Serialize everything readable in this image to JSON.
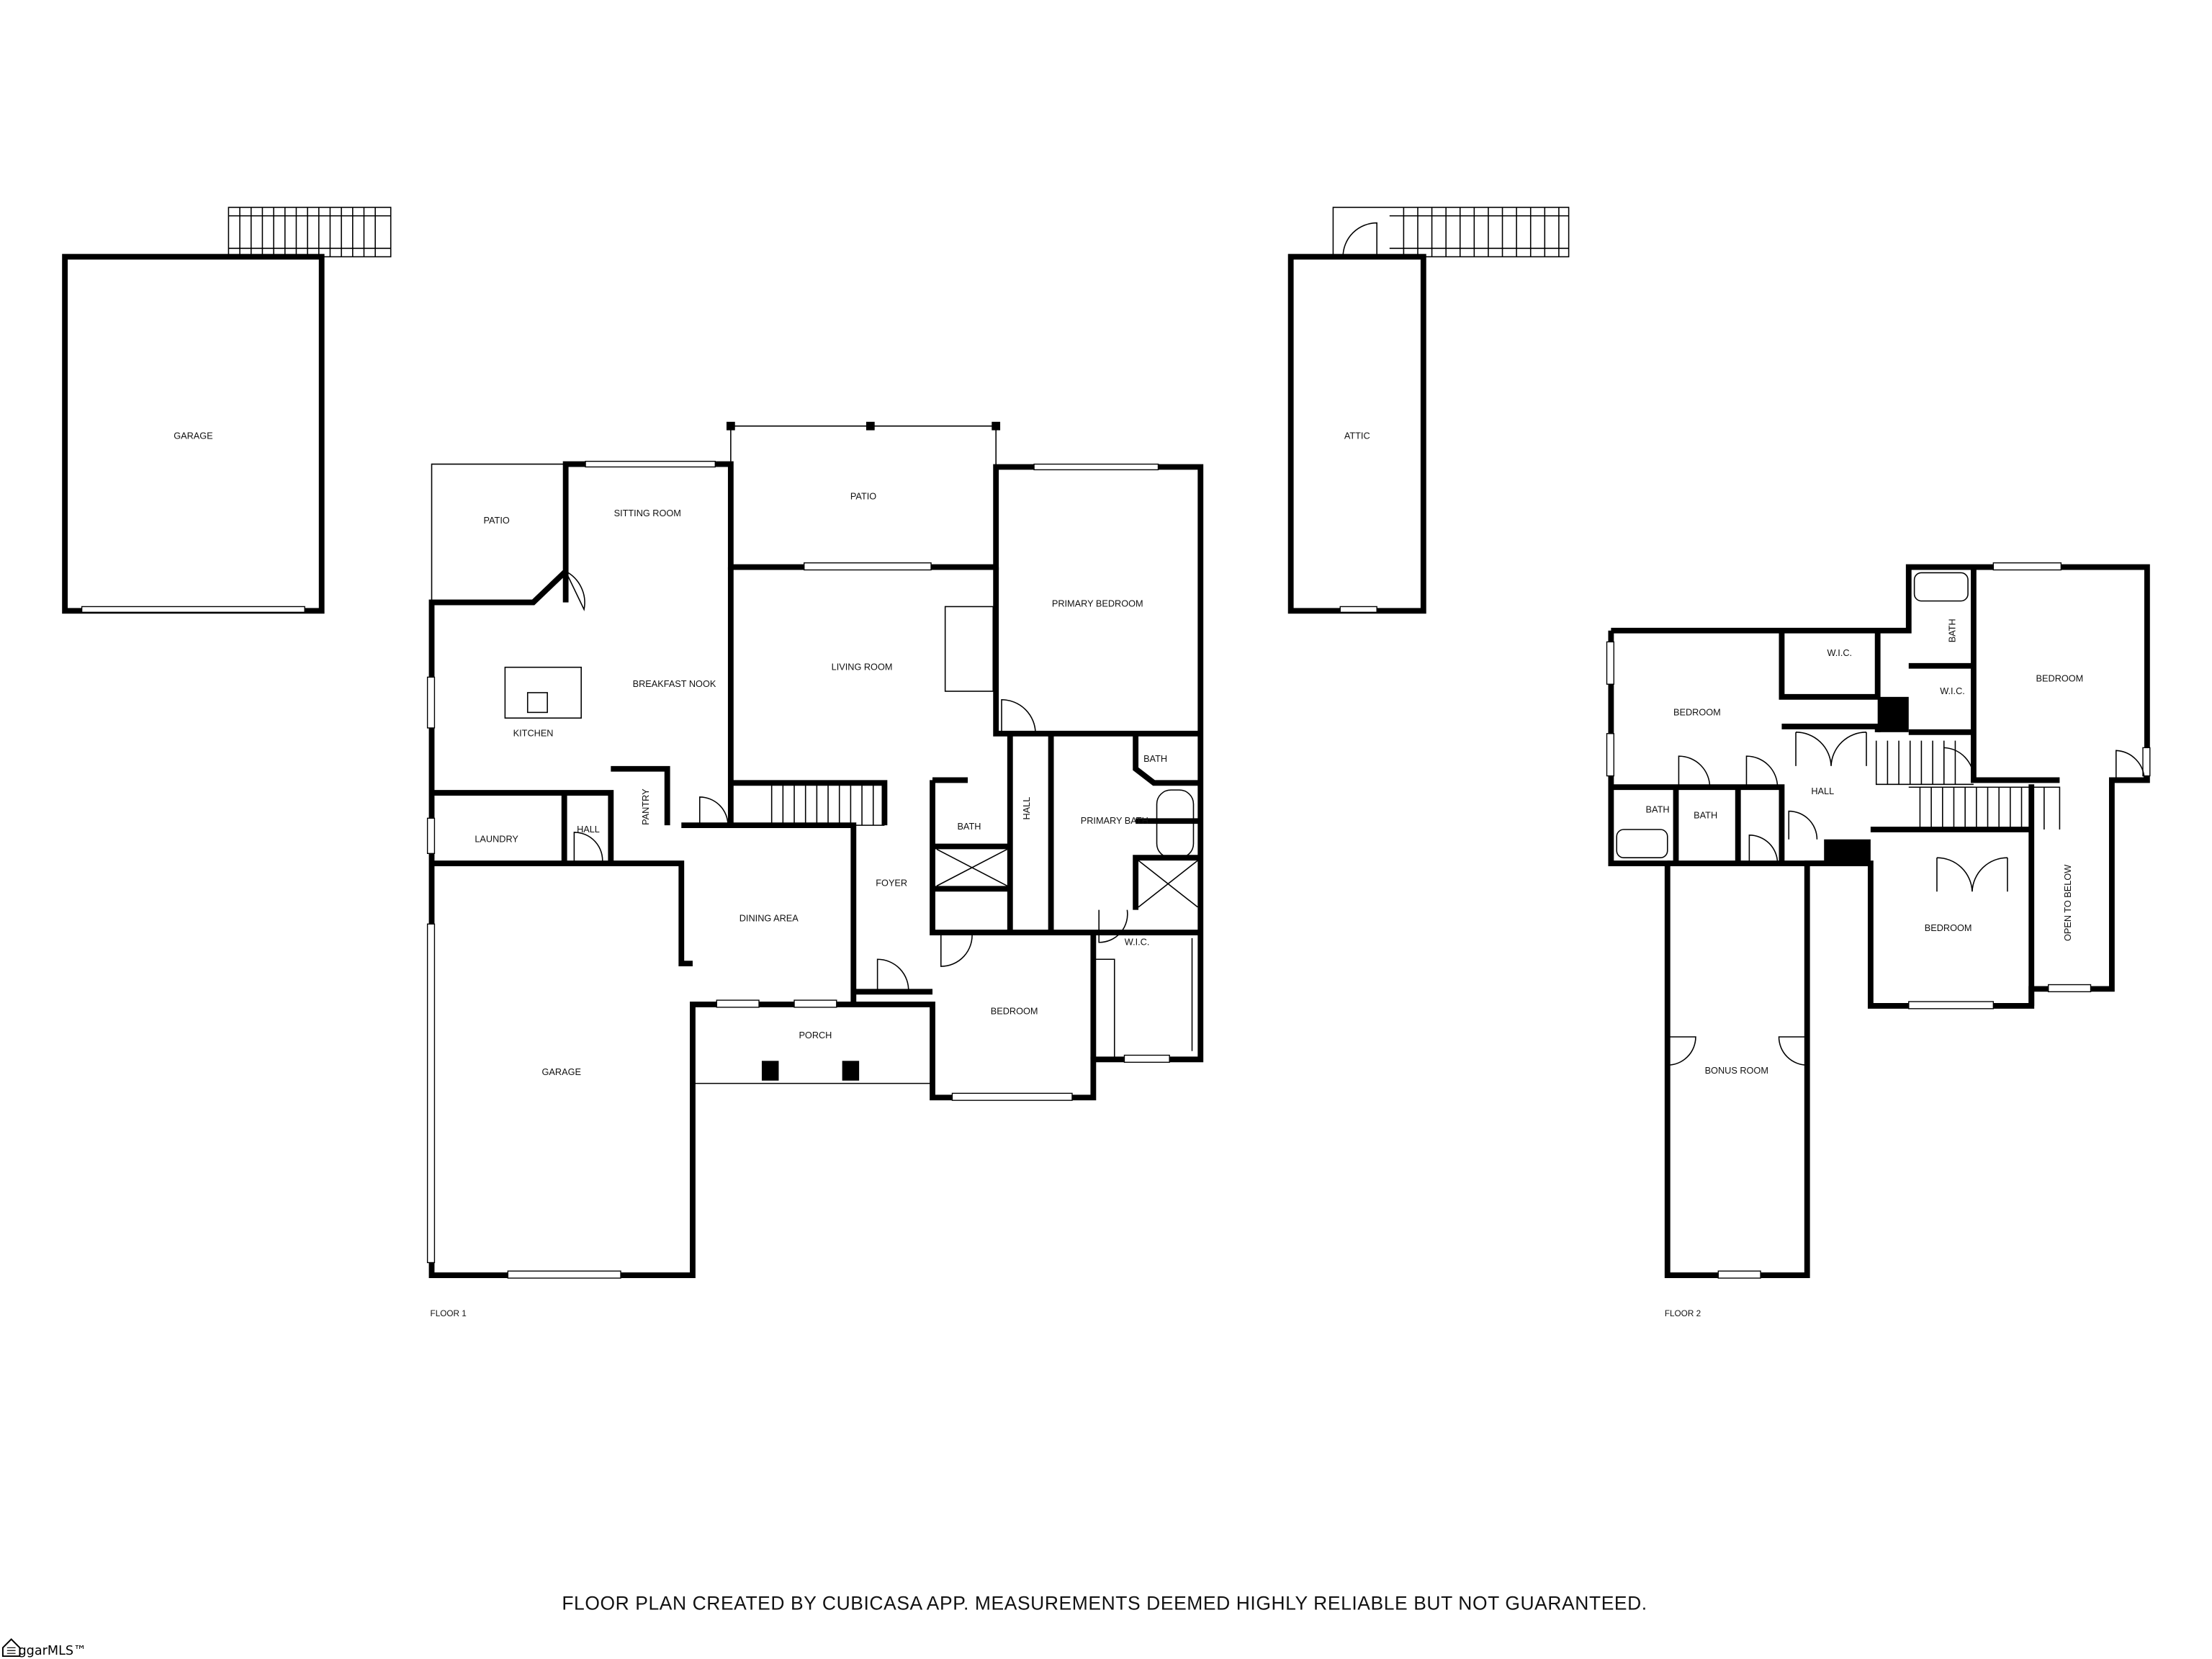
{
  "detached": {
    "garage": "GARAGE",
    "attic": "ATTIC"
  },
  "floor1": {
    "caption": "FLOOR 1",
    "rooms": {
      "patio_left": "PATIO",
      "sitting_room": "SITTING ROOM",
      "patio_top": "PATIO",
      "primary_bedroom": "PRIMARY BEDROOM",
      "breakfast_nook": "BREAKFAST NOOK",
      "living_room": "LIVING ROOM",
      "kitchen": "KITCHEN",
      "bath_primary_wc": "BATH",
      "pantry": "PANTRY",
      "laundry": "LAUNDRY",
      "hall_laundry": "HALL",
      "bath": "BATH",
      "hall": "HALL",
      "primary_bath": "PRIMARY BATH",
      "foyer": "FOYER",
      "dining_area": "DINING AREA",
      "wic": "W.I.C.",
      "bedroom": "BEDROOM",
      "porch": "PORCH",
      "garage": "GARAGE"
    }
  },
  "floor2": {
    "caption": "FLOOR 2",
    "rooms": {
      "wic_top": "W.I.C.",
      "bath_top": "BATH",
      "bedroom_right": "BEDROOM",
      "bedroom_left": "BEDROOM",
      "wic_right": "W.I.C.",
      "hall": "HALL",
      "bath_a": "BATH",
      "bath_b": "BATH",
      "bedroom_bottom": "BEDROOM",
      "open_to_below": "OPEN TO BELOW",
      "bonus_room": "BONUS ROOM"
    }
  },
  "disclaimer": "FLOOR PLAN CREATED BY CUBICASA APP. MEASUREMENTS DEEMED HIGHLY RELIABLE BUT NOT GUARANTEED.",
  "logo": {
    "text": "ggarMLS™"
  }
}
